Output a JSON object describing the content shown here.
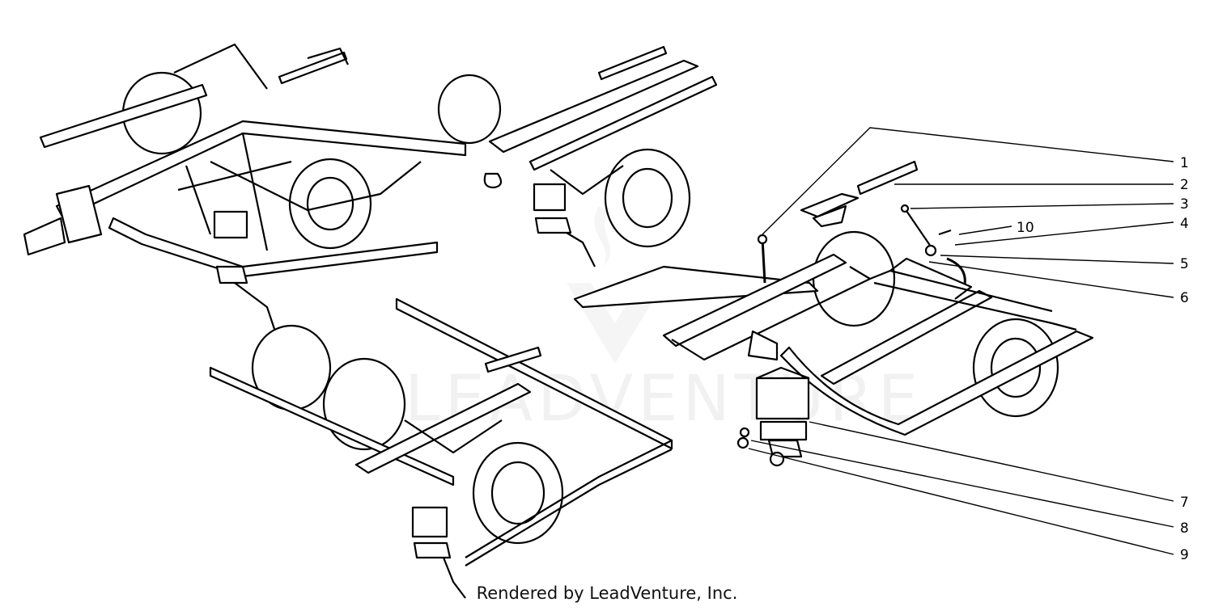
{
  "watermark_text": "LEADVENTURE",
  "footer_text": "Rendered by LeadVenture, Inc.",
  "callouts": [
    {
      "id": "c1",
      "label": "1"
    },
    {
      "id": "c2",
      "label": "2"
    },
    {
      "id": "c3",
      "label": "3"
    },
    {
      "id": "c4",
      "label": "4"
    },
    {
      "id": "c5",
      "label": "5"
    },
    {
      "id": "c6",
      "label": "6"
    },
    {
      "id": "c7",
      "label": "7"
    },
    {
      "id": "c8",
      "label": "8"
    },
    {
      "id": "c9",
      "label": "9"
    },
    {
      "id": "c10",
      "label": "10"
    }
  ]
}
